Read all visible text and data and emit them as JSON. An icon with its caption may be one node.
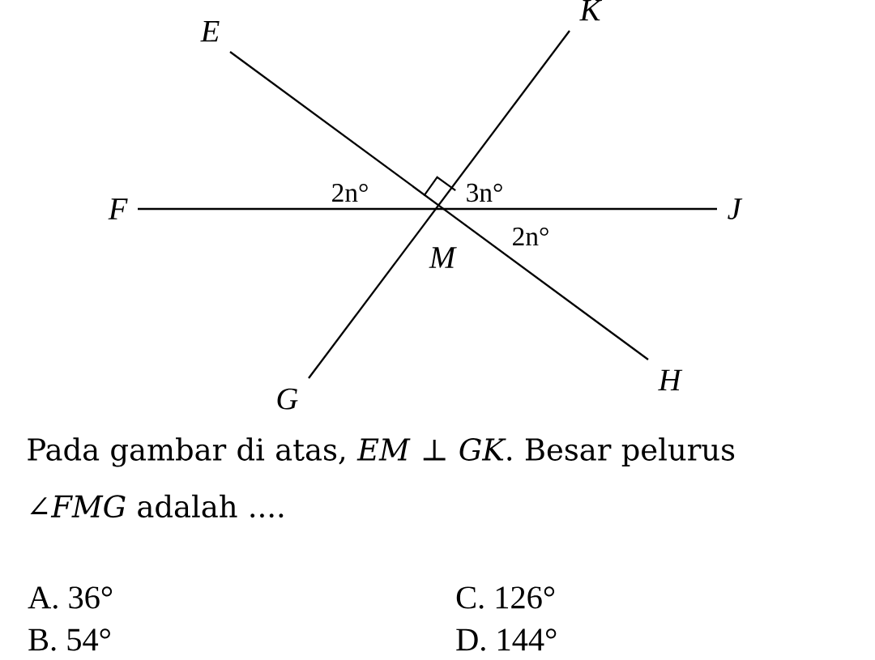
{
  "diagram": {
    "nodes": [
      {
        "text": [
          "E"
        ]
      },
      {
        "text": [
          "K"
        ]
      },
      {
        "text": [
          "F"
        ]
      },
      {
        "text": [
          "J"
        ]
      },
      {
        "text": [
          "G"
        ]
      },
      {
        "text": [
          "H"
        ]
      }
    ],
    "edges": [
      {
        "from": 0,
        "to": 5,
        "arrow": "none"
      },
      {
        "from": 1,
        "to": 4,
        "arrow": "none"
      },
      {
        "from": 2,
        "to": 3,
        "arrow": "none"
      }
    ],
    "labels": [
      "2n°",
      "3n°",
      "M",
      "2n°",
      "Pada gambar di atas, *EM* ⊥ *GK*. Besar pelurus ∠*FMG* adalah ....",
      "A.  36°",
      "C.  126°",
      "B.  54°",
      "D.  144°"
    ]
  }
}
